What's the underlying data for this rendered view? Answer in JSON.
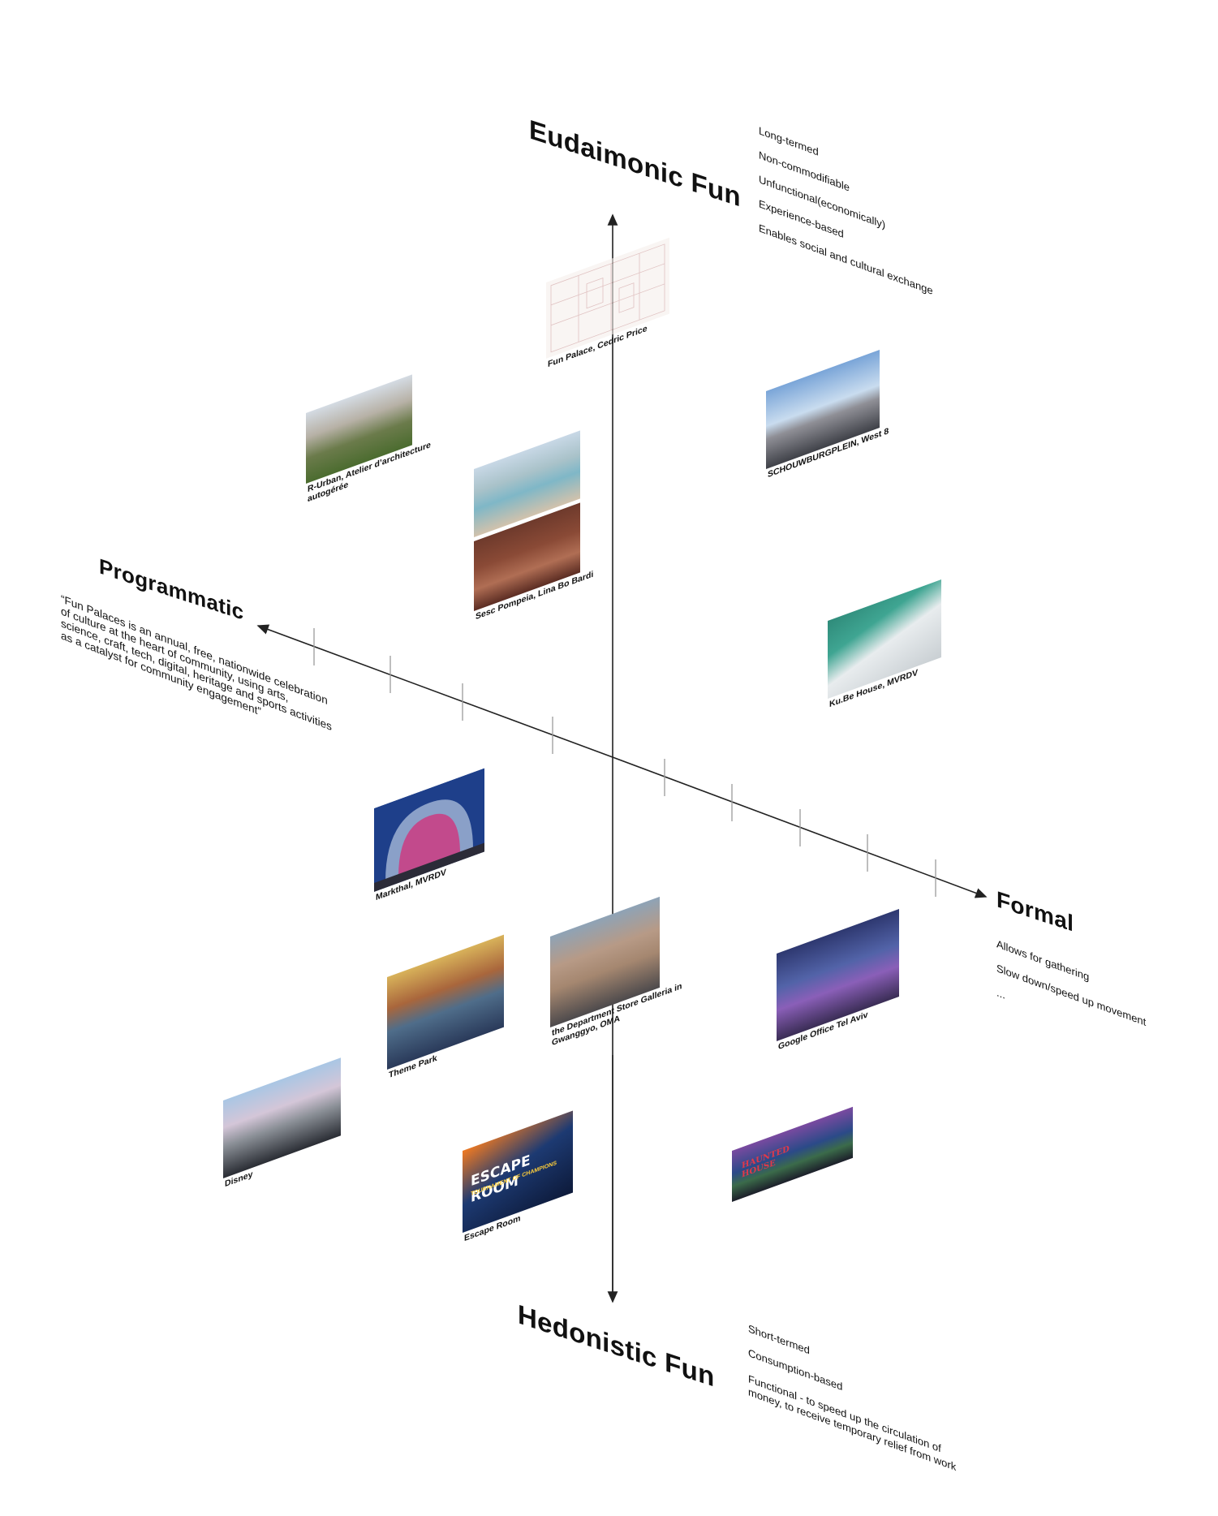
{
  "axes": {
    "top_label": "Eudaimonic Fun",
    "bottom_label": "Hedonistic Fun",
    "left_label": "Programmatic",
    "right_label": "Formal"
  },
  "eudaimonic_traits": [
    "Long-termed",
    "Non-commodifiable",
    "Unfunctional(economically)",
    "Experience-based",
    "Enables social and cultural exchange"
  ],
  "hedonistic_traits": [
    "Short-termed",
    "Consumption-based",
    "Functional - to speed up the circulation of",
    "money, to receive temporary relief from work"
  ],
  "formal_traits": [
    "Allows for gathering",
    "Slow down/speed up movement",
    "..."
  ],
  "programmatic_quote": [
    "“Fun Palaces is an annual, free, nationwide celebration",
    "of culture at the heart of community, using arts,",
    "science, craft, tech, digital, heritage and sports activities",
    "as a catalyst for community engagement”"
  ],
  "projects": [
    {
      "id": "fun-palace",
      "caption": "Fun Palace, Cedric Price"
    },
    {
      "id": "schouwburgplein",
      "caption": "SCHOUWBURGPLEIN, West 8"
    },
    {
      "id": "r-urban",
      "caption": "R-Urban, Atelier d’architecture",
      "caption2": "autogérée"
    },
    {
      "id": "sesc-pompeia",
      "caption": "Sesc Pompeia, Lina Bo Bardi"
    },
    {
      "id": "kube-house",
      "caption": "Ku.Be House, MVRDV"
    },
    {
      "id": "markthal",
      "caption": "Markthal, MVRDV"
    },
    {
      "id": "galleria",
      "caption": "the Department Store Galleria in",
      "caption2": "Gwanggyo, OMA"
    },
    {
      "id": "theme-park",
      "caption": "Theme Park"
    },
    {
      "id": "google-office",
      "caption": "Google Office Tel Aviv"
    },
    {
      "id": "disney",
      "caption": "Disney"
    },
    {
      "id": "escape-room",
      "caption": "Escape Room",
      "poster_title": "ESCAPE ROOM",
      "poster_sub": "TOURNAMENT OF CHAMPIONS"
    },
    {
      "id": "haunted-house",
      "caption": "",
      "sign": "HAUNTED HOUSE"
    }
  ],
  "colors": {
    "axis": "#222222",
    "tick": "#9a9a9a",
    "text": "#111111"
  }
}
